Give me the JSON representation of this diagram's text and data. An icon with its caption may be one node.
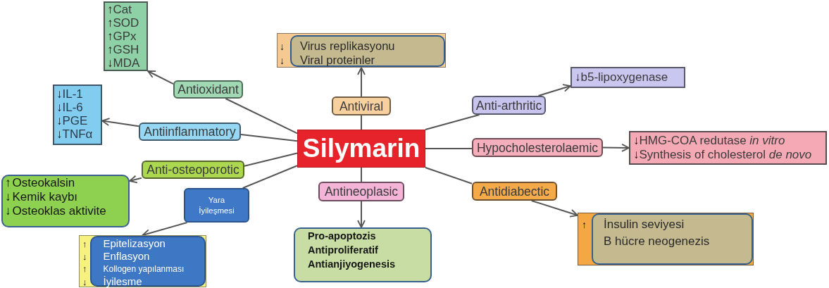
{
  "diagram": {
    "nodes": [
      {
        "text": [
          "Silymarin"
        ]
      },
      {
        "text": [
          "↑Cat",
          "↑SOD",
          "↑GPx",
          "↑GSH",
          "↓MDA"
        ]
      },
      {
        "text": [
          "↓Virus replikasyonu",
          "↓Viral proteinler"
        ]
      },
      {
        "text": [
          "Antioxidant"
        ]
      },
      {
        "text": [
          "↓b5-lipoxygenase"
        ]
      },
      {
        "text": [
          "↓IL-1",
          "↓IL-6",
          "↓PGE",
          "↓TNFα"
        ]
      },
      {
        "text": [
          "Antiviral"
        ]
      },
      {
        "text": [
          "Anti-arthritic"
        ]
      },
      {
        "text": [
          "Antiinflammatory"
        ]
      },
      {
        "text": [
          "Hypocholesterolaemic"
        ]
      },
      {
        "text": [
          "↓HMG-COA redutase *in vitro*",
          "↓Synthesis of cholesterol *de novo*"
        ]
      },
      {
        "text": [
          "Anti-osteoporotic"
        ]
      },
      {
        "text": [
          "↑Osteokalsin",
          "↓Kemik kaybı",
          "↓Osteoklas aktivite"
        ]
      },
      {
        "text": [
          "Yara İyileşmesi"
        ]
      },
      {
        "text": [
          "Antineoplasic"
        ]
      },
      {
        "text": [
          "Antidiabectic"
        ]
      },
      {
        "text": [
          "Pro-apoptozis",
          "Antiproliferatif",
          "Antianjiyogenesis"
        ]
      },
      {
        "text": [
          "↑İnsulin seviyesi",
          "B hücre neogenezis"
        ]
      },
      {
        "text": [
          "↑Epitelizasyon",
          "↓Enflasyon",
          "↑Kollogen yapılanması",
          "↓İyilesme"
        ]
      }
    ],
    "edges": [
      {
        "from": 0,
        "to": 3,
        "arrow": "none"
      },
      {
        "from": 3,
        "to": 1,
        "arrow": "to"
      },
      {
        "from": 0,
        "to": 8,
        "arrow": "none"
      },
      {
        "from": 8,
        "to": 5,
        "arrow": "to"
      },
      {
        "from": 0,
        "to": 11,
        "arrow": "none"
      },
      {
        "from": 11,
        "to": 12,
        "arrow": "to"
      },
      {
        "from": 0,
        "to": 13,
        "arrow": "none"
      },
      {
        "from": 13,
        "to": 18,
        "arrow": "to"
      },
      {
        "from": 0,
        "to": 6,
        "arrow": "none"
      },
      {
        "from": 6,
        "to": 2,
        "arrow": "to"
      },
      {
        "from": 0,
        "to": 7,
        "arrow": "none"
      },
      {
        "from": 7,
        "to": 4,
        "arrow": "to"
      },
      {
        "from": 0,
        "to": 9,
        "arrow": "none"
      },
      {
        "from": 9,
        "to": 10,
        "arrow": "to"
      },
      {
        "from": 0,
        "to": 14,
        "arrow": "none"
      },
      {
        "from": 14,
        "to": 16,
        "arrow": "to"
      },
      {
        "from": 0,
        "to": 15,
        "arrow": "none"
      },
      {
        "from": 15,
        "to": 17,
        "arrow": "to"
      }
    ]
  }
}
